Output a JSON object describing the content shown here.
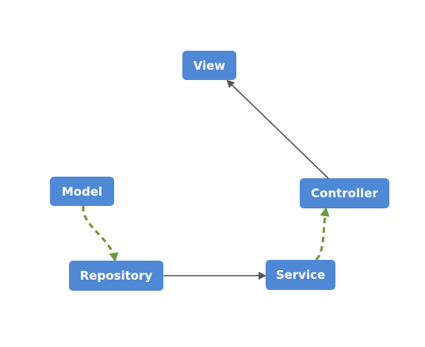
{
  "nodes": {
    "view": "View",
    "model": "Model",
    "controller": "Controller",
    "repository": "Repository",
    "service": "Service"
  },
  "edges": [
    {
      "from": "repository",
      "to": "service",
      "style": "solid",
      "color": "#555555"
    },
    {
      "from": "controller",
      "to": "view",
      "style": "solid",
      "color": "#555555"
    },
    {
      "from": "model",
      "to": "repository",
      "style": "dashed",
      "color": "#6e9a3c"
    },
    {
      "from": "service",
      "to": "controller",
      "style": "dashed",
      "color": "#6e9a3c"
    }
  ],
  "colors": {
    "node_fill": "#4f88d4",
    "node_text": "#ffffff",
    "solid_edge": "#555555",
    "dashed_edge": "#6e9a3c"
  }
}
